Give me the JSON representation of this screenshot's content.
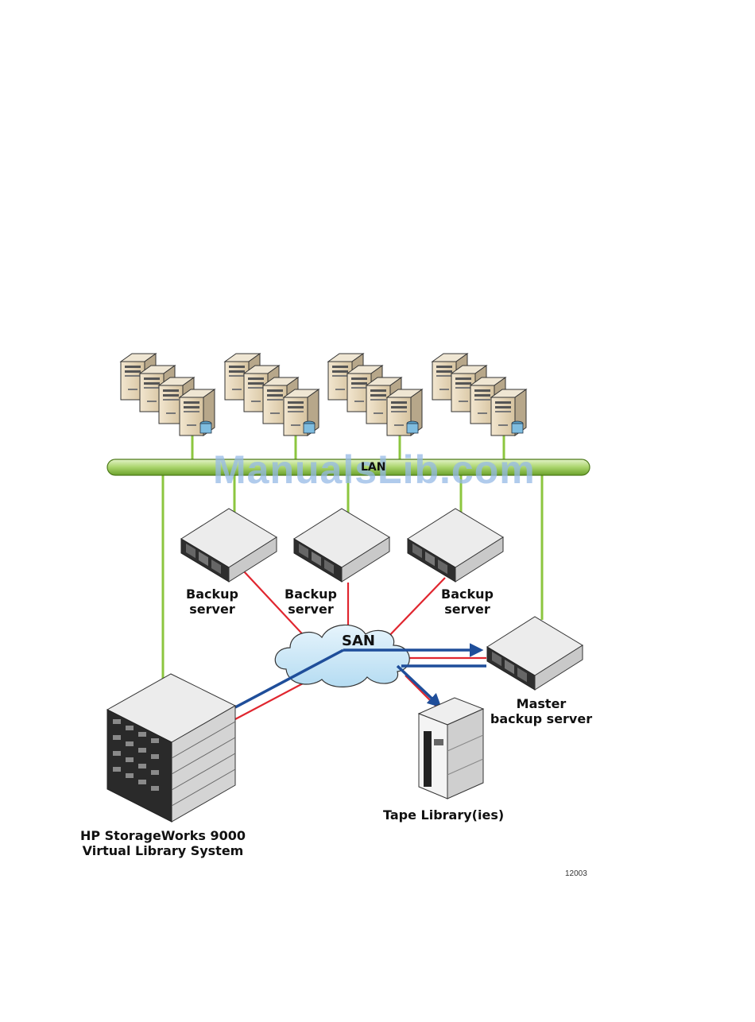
{
  "watermark": "ManualsLib.com",
  "network": {
    "lan_label": "LAN",
    "san_label": "SAN"
  },
  "labels": {
    "backup_server_1": "Backup\nserver",
    "backup_server_2": "Backup\nserver",
    "backup_server_3": "Backup\nserver",
    "master_backup_server": "Master\nbackup server",
    "tape_library": "Tape Library(ies)",
    "vls": "HP StorageWorks 9000\nVirtual Library System"
  },
  "figure_id": "12003",
  "colors": {
    "lan": "#8cc63f",
    "san_data": "#1f4e9a",
    "san_control": "#e0262f",
    "cloud": "#cfe8f7"
  },
  "icons": [
    "client-server-icon",
    "backup-server-icon",
    "storage-array-icon",
    "tape-library-icon",
    "san-cloud-icon",
    "lan-bus-icon"
  ]
}
